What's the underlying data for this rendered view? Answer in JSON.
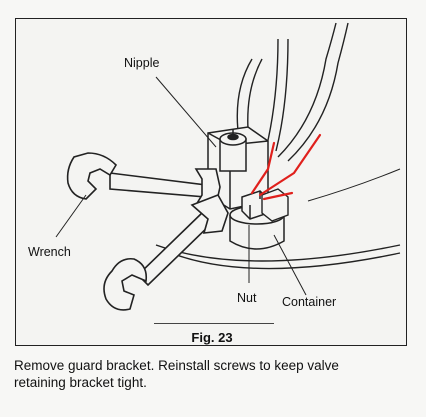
{
  "figure": {
    "caption": "Fig. 23",
    "labels": {
      "nipple": "Nipple",
      "wrench": "Wrench",
      "nut": "Nut",
      "container": "Container"
    },
    "annotation_color": "#e0201c"
  },
  "instruction": {
    "line1": "Remove guard bracket. Reinstall screws to keep valve",
    "line2": "retaining bracket tight."
  }
}
